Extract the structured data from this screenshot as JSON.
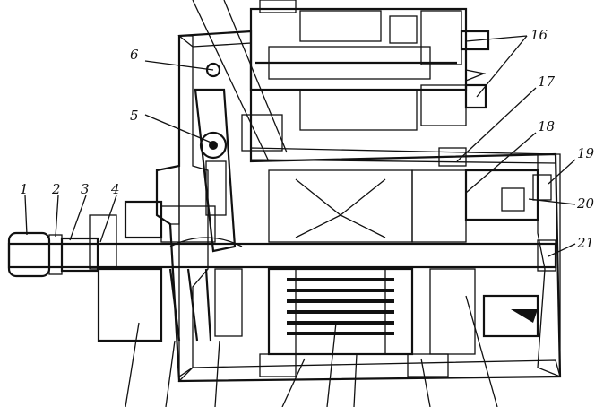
{
  "labels": {
    "n1": "1",
    "n2": "2",
    "n3": "3",
    "n4": "4",
    "n5": "5",
    "n6": "6",
    "n16": "16",
    "n17": "17",
    "n18": "18",
    "n19": "19",
    "n20": "20",
    "n21": "21"
  }
}
